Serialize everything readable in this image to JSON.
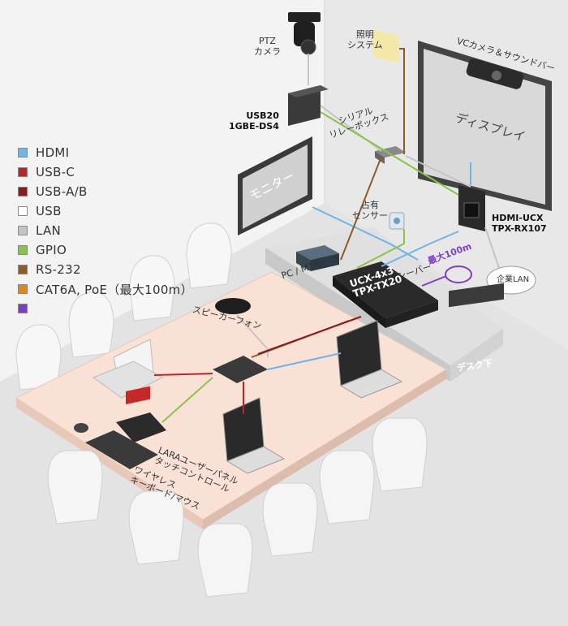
{
  "legend": [
    {
      "label": "HDMI",
      "color": "#6fb4e6"
    },
    {
      "label": "USB-C",
      "color": "#b8262a"
    },
    {
      "label": "USB-A/B",
      "color": "#8b1a1a"
    },
    {
      "label": "USB",
      "color": "#ffffff"
    },
    {
      "label": "LAN",
      "color": "#c4c4c4"
    },
    {
      "label": "GPIO",
      "color": "#8bc34a"
    },
    {
      "label": "RS-232",
      "color": "#8d5a2b"
    },
    {
      "label": "CAT6A, PoE（最大100m）",
      "color": "#e0851f"
    },
    {
      "label": "",
      "color": "#7b3fc4"
    }
  ],
  "labels": {
    "ptz_camera": "PTZ\nカメラ",
    "lighting": "照明\nシステム",
    "vc_camera": "VCカメラ＆サウンドバー",
    "usb_device": "USB20\n1GBE-DS4",
    "serial_relay": "シリアル\nリレーボックス",
    "display": "ディスプレイ",
    "monitor": "モニター",
    "occupancy": "占有\nセンサー",
    "receiver_model": "HDMI-UCX\nTPX-RX107",
    "pc_mtr": "PC / MTR",
    "receiver": "レシーバー",
    "max_100m": "最大100m",
    "corporate_lan": "企業LAN",
    "switcher": "UCX-4x3\nTPX-TX20",
    "speakerphone": "スピーカーフォン",
    "under_desk": "デスク下",
    "touch_panel": "LARAユーザーパネル\nタッチコントロール",
    "keyboard": "ワイヤレス\nキーボード/マウス"
  },
  "colors": {
    "hdmi": "#6fb4e6",
    "usb_c": "#b8262a",
    "usb_ab": "#8b1a1a",
    "lan": "#c4c4c4",
    "gpio": "#8bc34a",
    "rs232": "#8d5a2b",
    "cat6a": "#e0851f",
    "purple": "#7b3fc4",
    "desk": "#f9e1d6"
  }
}
